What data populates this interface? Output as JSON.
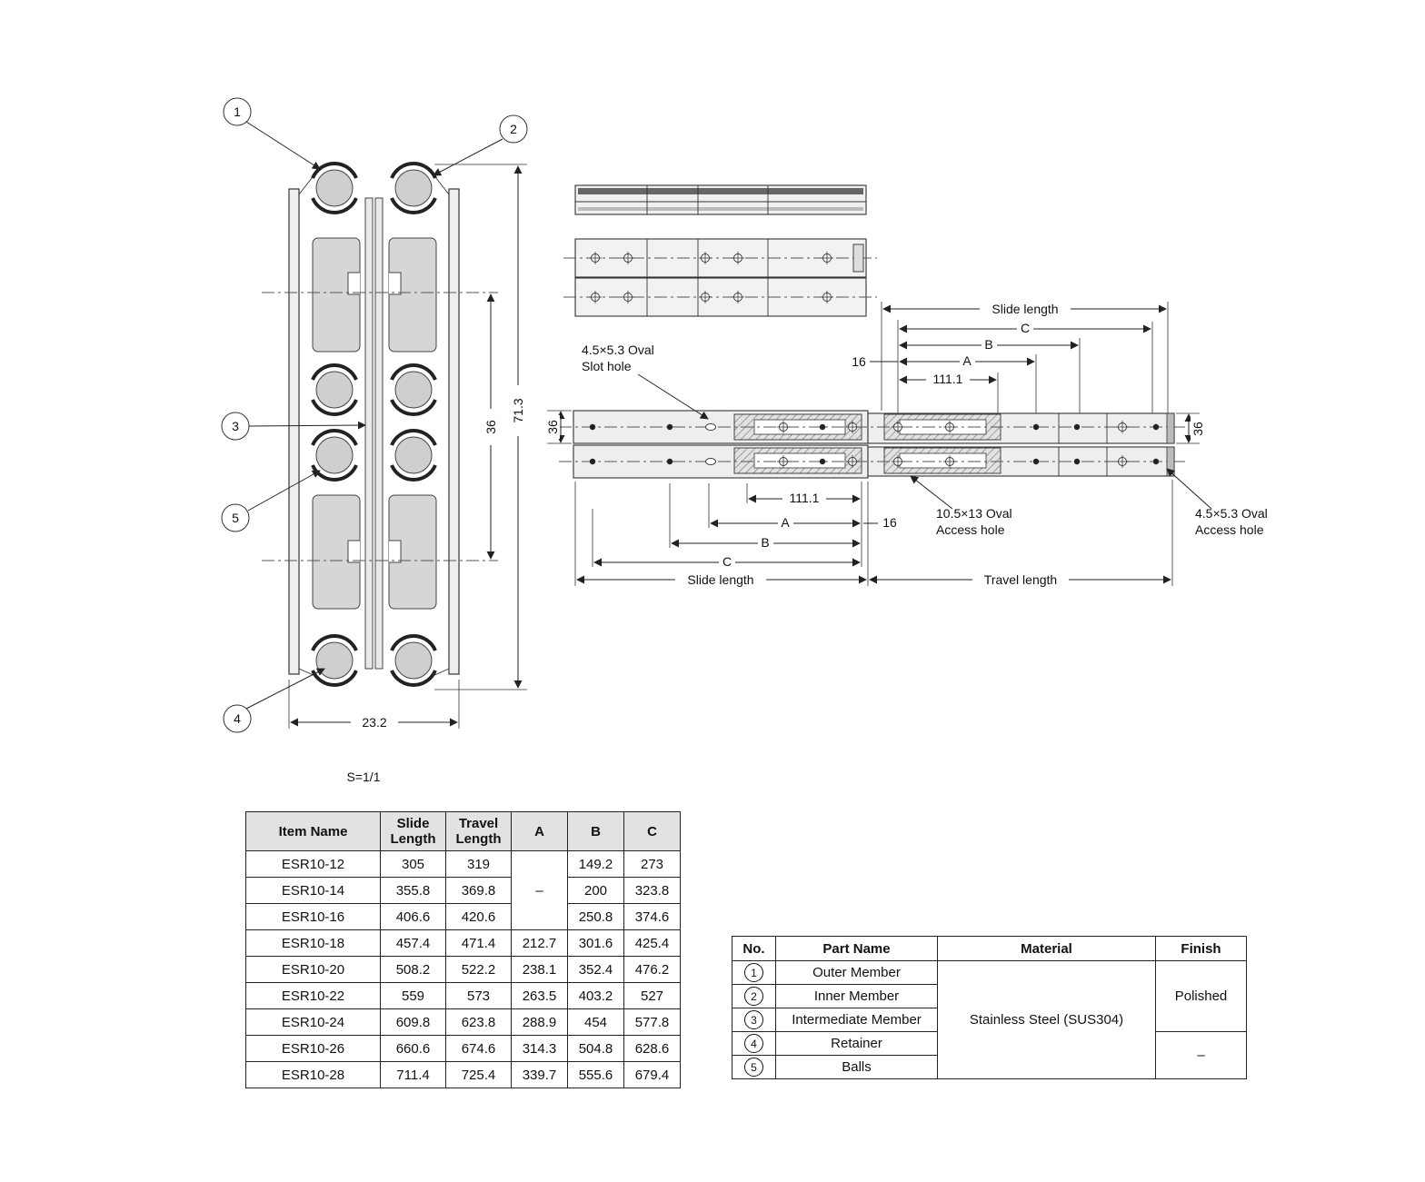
{
  "cross_section": {
    "callout_1": "1",
    "callout_2": "2",
    "callout_3": "3",
    "callout_4": "4",
    "callout_5": "5",
    "dim_36": "36",
    "dim_71_3": "71.3",
    "dim_23_2": "23.2",
    "scale": "S=1/1"
  },
  "side_view": {
    "slot_hole_line1": "4.5×5.3 Oval",
    "slot_hole_line2": "Slot hole",
    "access_mid_line1": "10.5×13 Oval",
    "access_mid_line2": "Access hole",
    "access_right_line1": "4.5×5.3 Oval",
    "access_right_line2": "Access hole",
    "top_slide_length": "Slide length",
    "top_c": "C",
    "top_b": "B",
    "top_a": "A",
    "top_111": "111.1",
    "top_16": "16",
    "bot_111": "111.1",
    "bot_a": "A",
    "bot_16": "16",
    "bot_b": "B",
    "bot_c": "C",
    "bot_slide_length": "Slide length",
    "travel_length": "Travel length",
    "dim36_left": "36",
    "dim36_right": "36"
  },
  "spec_table": {
    "headers": {
      "item": "Item Name",
      "slide": "Slide Length",
      "travel": "Travel Length",
      "a": "A",
      "b": "B",
      "c": "C"
    },
    "a_dash": "–",
    "rows": [
      {
        "item": "ESR10-12",
        "slide": "305",
        "travel": "319",
        "a": "",
        "b": "149.2",
        "c": "273"
      },
      {
        "item": "ESR10-14",
        "slide": "355.8",
        "travel": "369.8",
        "a": "",
        "b": "200",
        "c": "323.8"
      },
      {
        "item": "ESR10-16",
        "slide": "406.6",
        "travel": "420.6",
        "a": "",
        "b": "250.8",
        "c": "374.6"
      },
      {
        "item": "ESR10-18",
        "slide": "457.4",
        "travel": "471.4",
        "a": "212.7",
        "b": "301.6",
        "c": "425.4"
      },
      {
        "item": "ESR10-20",
        "slide": "508.2",
        "travel": "522.2",
        "a": "238.1",
        "b": "352.4",
        "c": "476.2"
      },
      {
        "item": "ESR10-22",
        "slide": "559",
        "travel": "573",
        "a": "263.5",
        "b": "403.2",
        "c": "527"
      },
      {
        "item": "ESR10-24",
        "slide": "609.8",
        "travel": "623.8",
        "a": "288.9",
        "b": "454",
        "c": "577.8"
      },
      {
        "item": "ESR10-26",
        "slide": "660.6",
        "travel": "674.6",
        "a": "314.3",
        "b": "504.8",
        "c": "628.6"
      },
      {
        "item": "ESR10-28",
        "slide": "711.4",
        "travel": "725.4",
        "a": "339.7",
        "b": "555.6",
        "c": "679.4"
      }
    ]
  },
  "parts_table": {
    "headers": {
      "no": "No.",
      "name": "Part Name",
      "material": "Material",
      "finish": "Finish"
    },
    "rows": [
      {
        "no": "1",
        "name": "Outer Member"
      },
      {
        "no": "2",
        "name": "Inner Member"
      },
      {
        "no": "3",
        "name": "Intermediate Member"
      },
      {
        "no": "4",
        "name": "Retainer"
      },
      {
        "no": "5",
        "name": "Balls"
      }
    ],
    "material": "Stainless Steel (SUS304)",
    "finish_top": "Polished",
    "finish_bottom": "–"
  }
}
